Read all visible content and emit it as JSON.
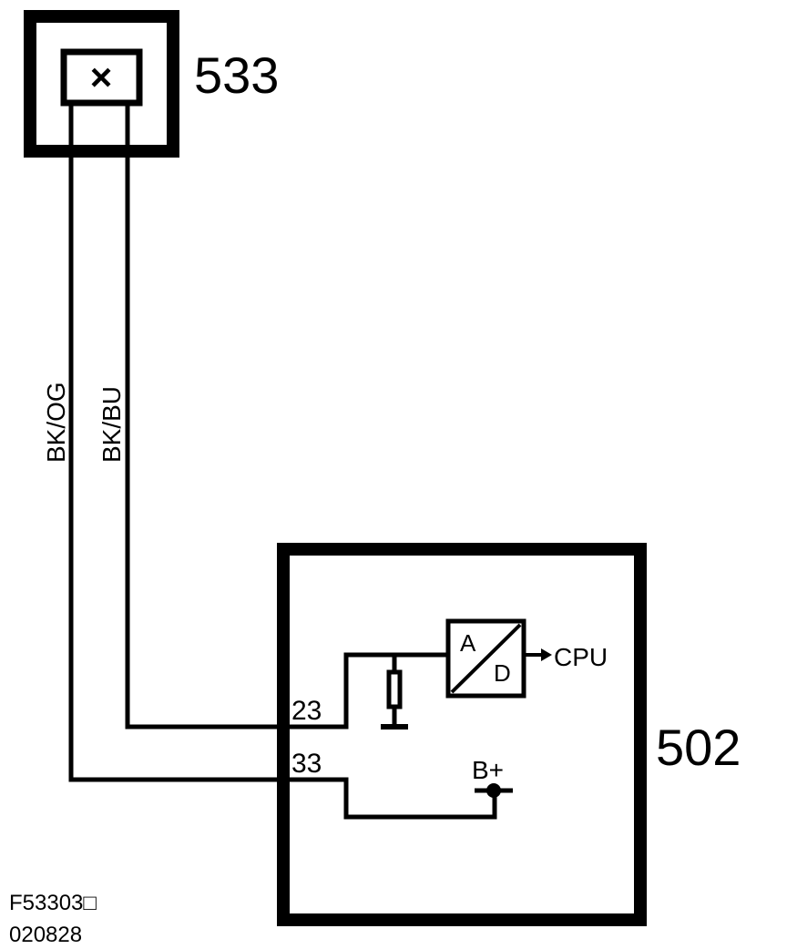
{
  "components": {
    "sensor": {
      "id": "533",
      "symbol": "×"
    },
    "module": {
      "id": "502"
    }
  },
  "wires": [
    {
      "color_code": "BK/OG",
      "pin": "33"
    },
    {
      "color_code": "BK/BU",
      "pin": "23"
    }
  ],
  "converter": {
    "in_label": "A",
    "out_label": "D",
    "output": "CPU"
  },
  "supply": {
    "label": "B+"
  },
  "figure_ref": {
    "code": "F53303□",
    "date": "020828"
  }
}
